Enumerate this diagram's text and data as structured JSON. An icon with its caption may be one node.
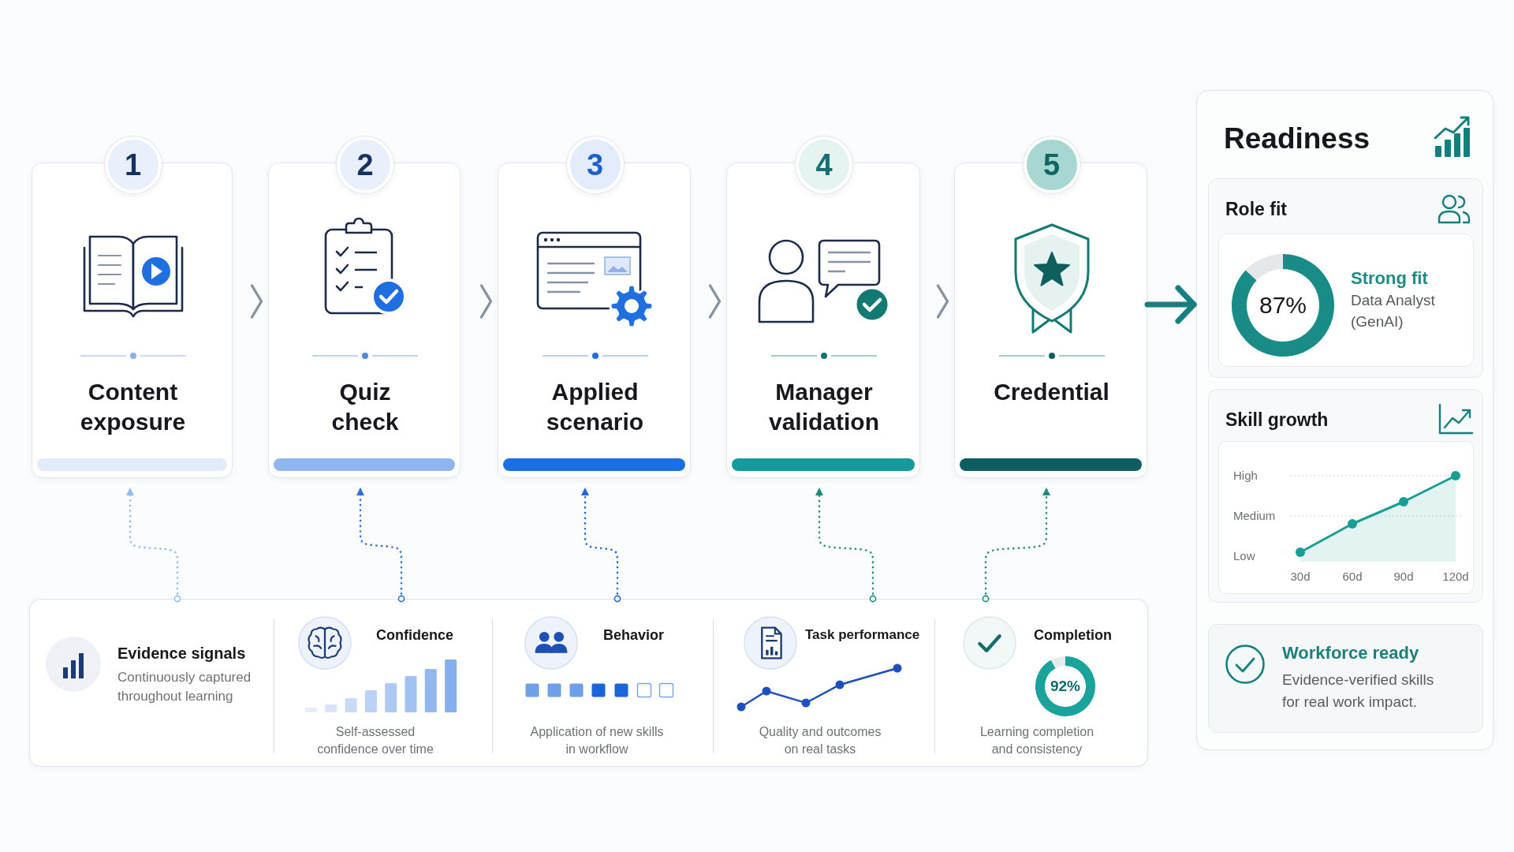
{
  "diagram": {
    "nodes": [
      {
        "text": [
          "1",
          "Content exposure"
        ]
      },
      {
        "text": [
          "2",
          "Quiz check"
        ]
      },
      {
        "text": [
          "3",
          "Applied scenario"
        ]
      },
      {
        "text": [
          "4",
          "Manager validation"
        ]
      },
      {
        "text": [
          "5",
          "Credential"
        ]
      },
      {
        "text": [
          "Readiness"
        ]
      },
      {
        "text": [
          "Role fit"
        ],
        "in": 5
      },
      {
        "text": [
          "87%",
          "Strong fit",
          "Data Analyst (GenAI)"
        ],
        "in": 6
      },
      {
        "text": [
          "Skill growth"
        ],
        "in": 5
      },
      {
        "text": [
          "Workforce ready",
          "Evidence-verified skills for real work impact."
        ],
        "in": 5
      },
      {
        "text": [],
        "shape": "box"
      },
      {
        "text": [
          "Evidence signals",
          "Continuously captured throughout learning"
        ],
        "in": 10
      },
      {
        "text": [
          "Confidence",
          "Self-assessed confidence over time"
        ],
        "in": 10
      },
      {
        "text": [
          "Behavior",
          "Application of new skills in workflow"
        ],
        "in": 10
      },
      {
        "text": [
          "Task performance",
          "Quality and outcomes on real tasks"
        ],
        "in": 10
      },
      {
        "text": [
          "Completion",
          "92%",
          "Learning completion and consistency"
        ],
        "in": 10
      }
    ],
    "edges": [
      {
        "from": 0,
        "to": 1,
        "arrow": "to"
      },
      {
        "from": 1,
        "to": 2,
        "arrow": "to"
      },
      {
        "from": 2,
        "to": 3,
        "arrow": "to"
      },
      {
        "from": 3,
        "to": 4,
        "arrow": "to"
      },
      {
        "from": 4,
        "to": 5,
        "arrow": "to",
        "style": "thick",
        "color": "#177f82"
      },
      {
        "from": 11,
        "to": 0,
        "arrow": "to",
        "style": "dashed",
        "color": "#93bbef"
      },
      {
        "from": 12,
        "to": 1,
        "arrow": "to",
        "style": "dashed",
        "color": "#2f6fd8"
      },
      {
        "from": 13,
        "to": 2,
        "arrow": "to",
        "style": "dashed",
        "color": "#1e68d8"
      },
      {
        "from": 14,
        "to": 3,
        "arrow": "to",
        "style": "dashed",
        "color": "#1d8a7f"
      },
      {
        "from": 15,
        "to": 4,
        "arrow": "to",
        "style": "dashed",
        "color": "#1d8a7f"
      }
    ],
    "labels": [
      "High",
      "Medium",
      "Low",
      "30d",
      "60d",
      "90d",
      "120d"
    ]
  }
}
